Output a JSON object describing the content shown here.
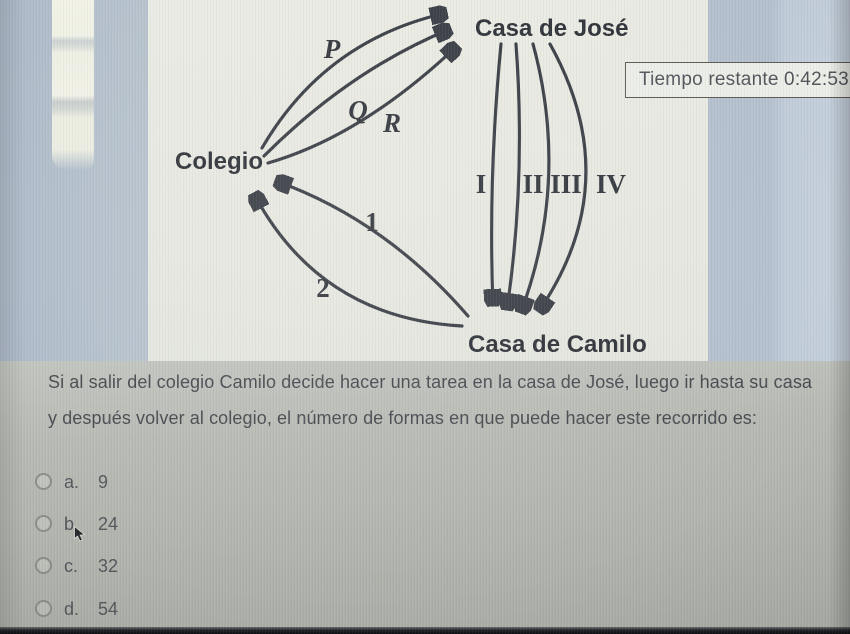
{
  "timer": {
    "label": "Tiempo restante 0:42:53"
  },
  "diagram": {
    "nodes": {
      "colegio": "Colegio",
      "jose": "Casa de José",
      "camilo": "Casa de Camilo"
    },
    "edge_labels": {
      "p": "P",
      "q": "Q",
      "r": "R",
      "one": "1",
      "two": "2",
      "i": "I",
      "ii": "II",
      "iii": "III",
      "iv": "IV"
    }
  },
  "question": {
    "line1": "Si al salir del colegio Camilo decide hacer una tarea en la casa de José, luego ir hasta su casa",
    "line2": "y después volver al colegio, el número de formas en que puede hacer este recorrido es:"
  },
  "options": [
    {
      "letter": "a.",
      "value": "9"
    },
    {
      "letter": "b.",
      "value": "24"
    },
    {
      "letter": "c.",
      "value": "32"
    },
    {
      "letter": "d.",
      "value": "54"
    }
  ],
  "colors": {
    "diagram_ink": "#373b42",
    "panel_bg": "#e8e9e1",
    "screen_margin": "#b3bfcb",
    "question_bg": "#b4b7b0",
    "question_text": "#45494e"
  }
}
